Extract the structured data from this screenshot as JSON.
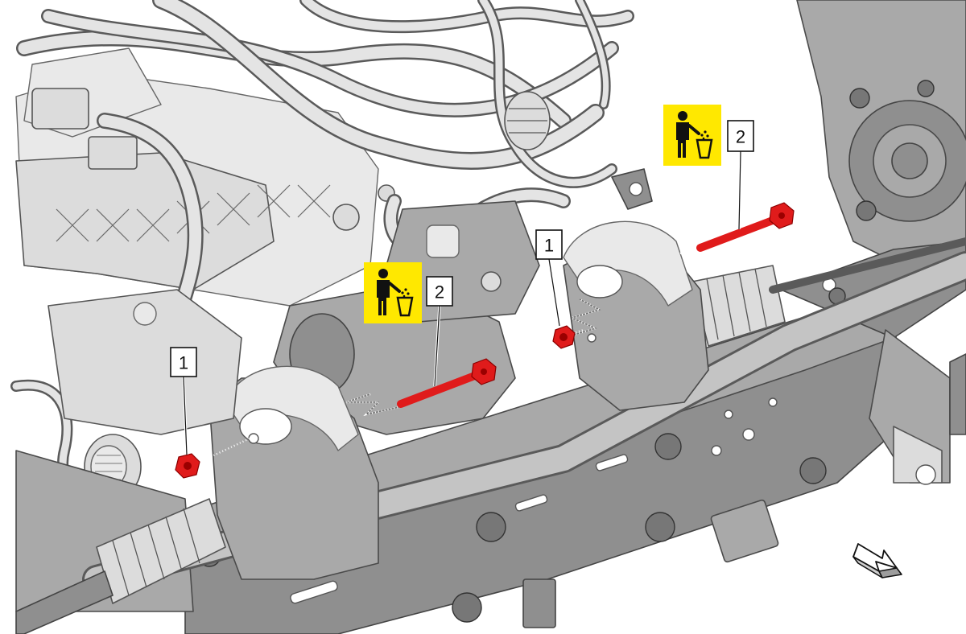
{
  "callouts": [
    {
      "id": "callout-1-left",
      "label": "1"
    },
    {
      "id": "callout-1-right",
      "label": "1"
    },
    {
      "id": "callout-2-center",
      "label": "2"
    },
    {
      "id": "callout-2-right",
      "label": "2"
    }
  ],
  "icons": {
    "discard": "discard-trash-icon",
    "direction": "forward-arrow-icon"
  },
  "colors": {
    "highlight": "#e01b1b",
    "warning": "#ffe800",
    "part": "#dcdcdc",
    "dark": "#8f8f8f"
  }
}
